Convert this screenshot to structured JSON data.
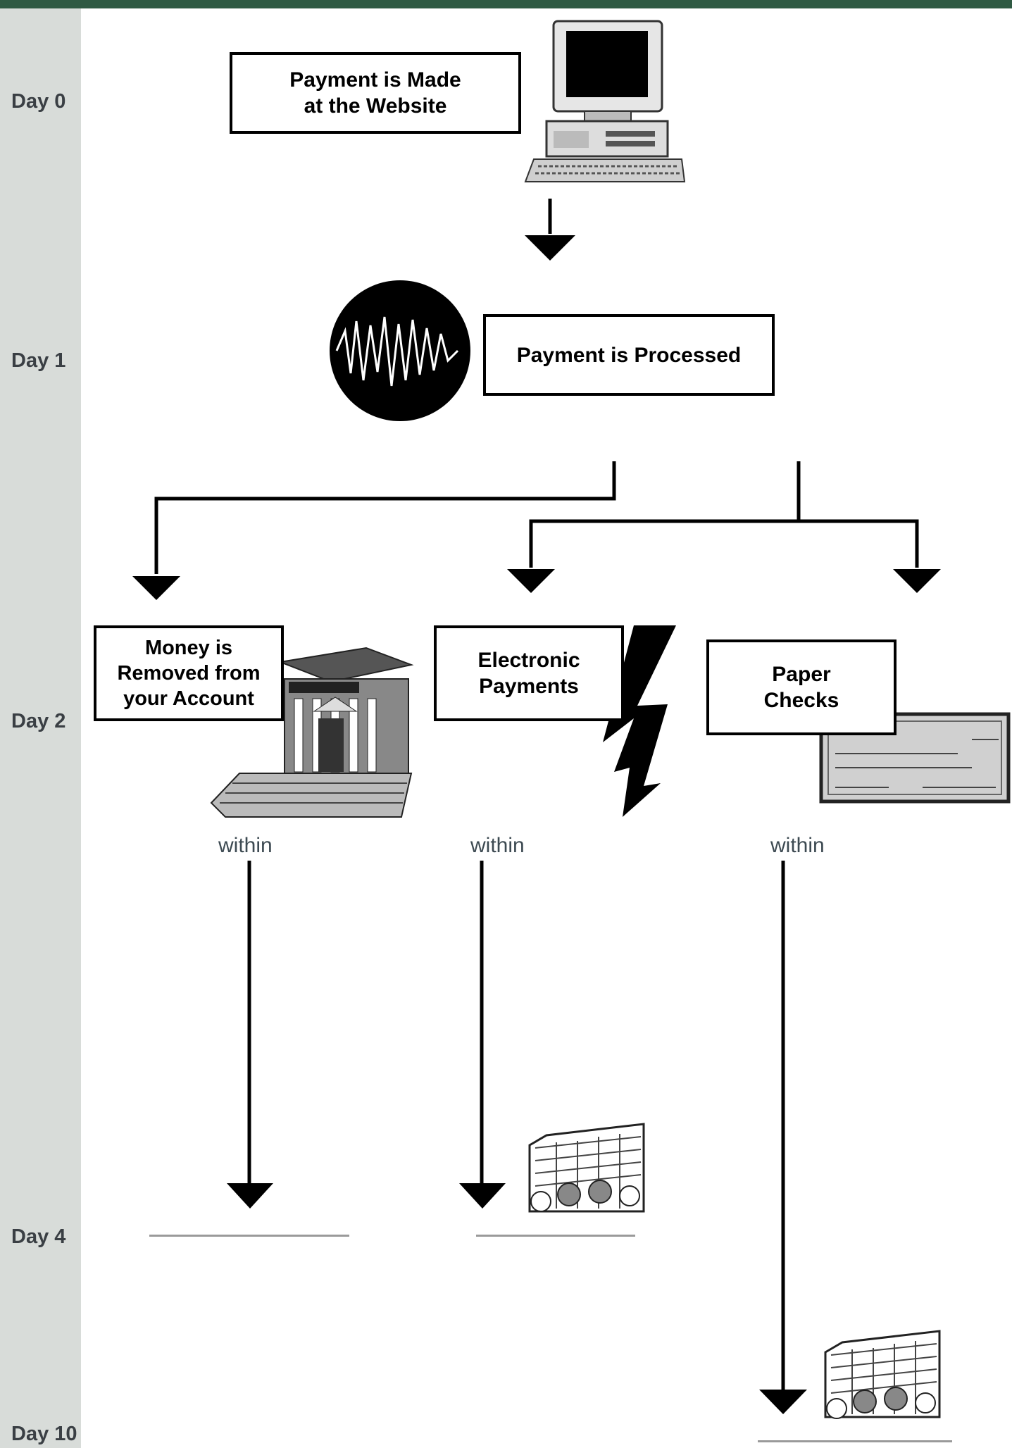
{
  "header": {
    "background_color": "#2f5a43"
  },
  "timeline": {
    "background_color": "#d8dcd9",
    "days": [
      {
        "label": "Day 0"
      },
      {
        "label": "Day 1"
      },
      {
        "label": "Day 2"
      },
      {
        "label": "Day 4"
      },
      {
        "label": "Day 10"
      }
    ]
  },
  "steps": {
    "payment_made": "Payment is Made\nat the Website",
    "payment_processed": "Payment is Processed",
    "money_removed": "Money is\nRemoved from\nyour Account",
    "electronic_payments": "Electronic\nPayments",
    "paper_checks": "Paper\nChecks"
  },
  "within": {
    "money": "within",
    "electronic": "within",
    "paper": "within"
  },
  "icons": {
    "computer": "computer-icon",
    "waveform": "waveform-icon",
    "bank": "bank-icon",
    "lightning": "lightning-icon",
    "check": "check-icon",
    "office_building": "office-building-icon"
  }
}
